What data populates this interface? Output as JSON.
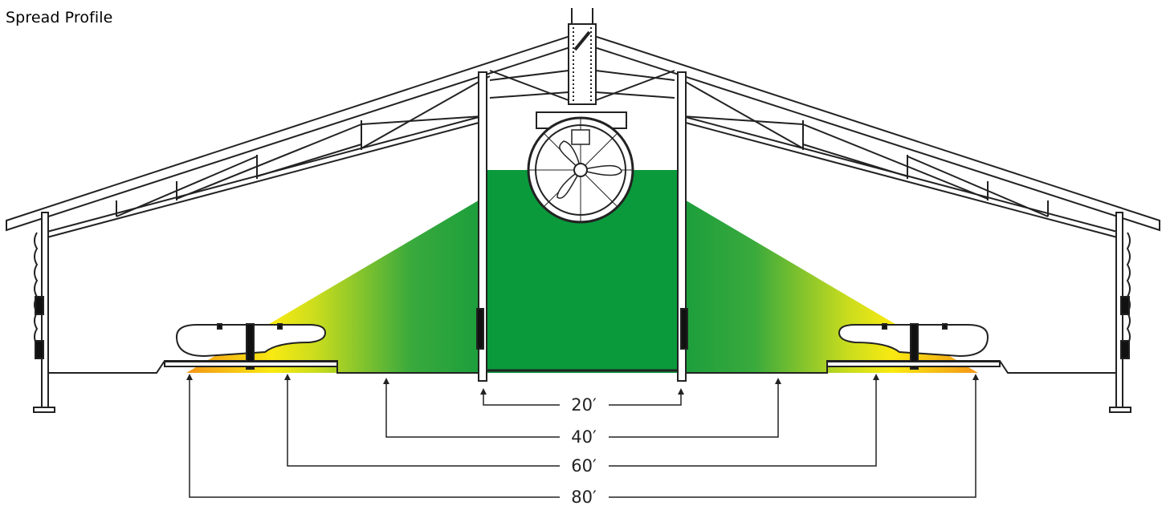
{
  "title": "Spread Profile",
  "colors": {
    "green": "#0a9a3c",
    "light_green": "#5dbf3a",
    "yellow": "#f7e915",
    "orange": "#f59a1a",
    "line": "#222222"
  },
  "dimensions": [
    {
      "label": "20′"
    },
    {
      "label": "40′"
    },
    {
      "label": "60′"
    },
    {
      "label": "80′"
    }
  ],
  "icons": {
    "fan": "ceiling-fan-icon",
    "feeder": "feeder-pan-icon"
  }
}
